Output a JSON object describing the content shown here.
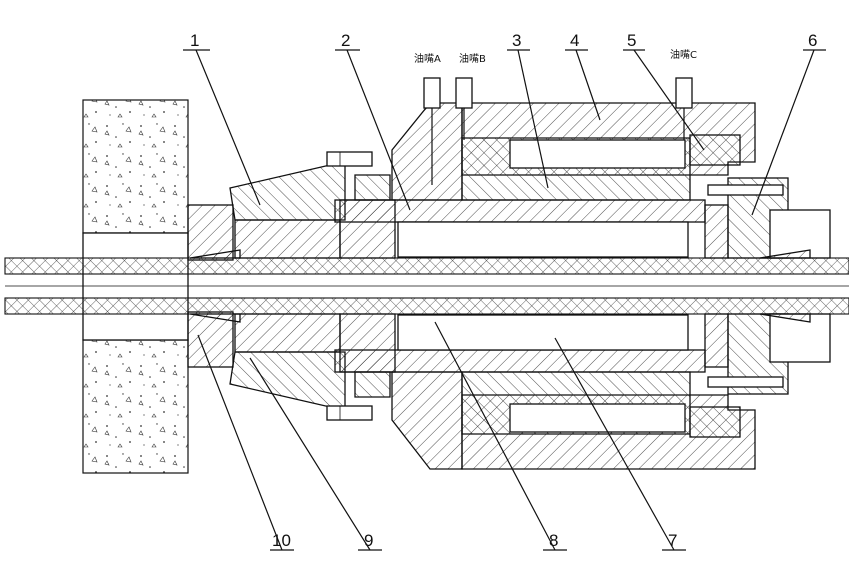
{
  "part_labels": [
    "1",
    "2",
    "3",
    "4",
    "5",
    "6",
    "7",
    "8",
    "9",
    "10"
  ],
  "oil_ports": [
    "油嘴A",
    "油嘴B",
    "油嘴C"
  ],
  "colors": {
    "ink": "#111111",
    "paper": "#ffffff"
  }
}
